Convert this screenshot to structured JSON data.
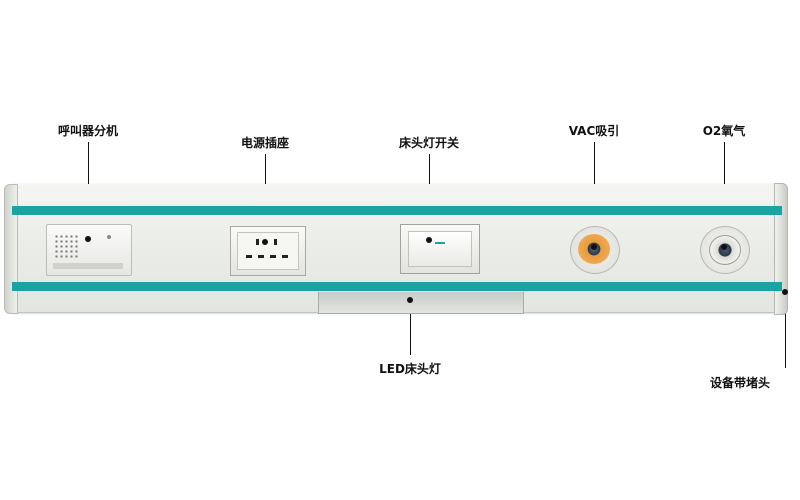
{
  "labels": {
    "call_station": "呼叫器分机",
    "power_socket": "电源插座",
    "lamp_switch": "床头灯开关",
    "vac_outlet": "VAC吸引",
    "o2_outlet": "O2氧气",
    "led_light": "LED床头灯",
    "end_cap": "设备带堵头"
  },
  "colors": {
    "stripe": "#1aa3a0",
    "vac_outlet": "#f2a950"
  }
}
